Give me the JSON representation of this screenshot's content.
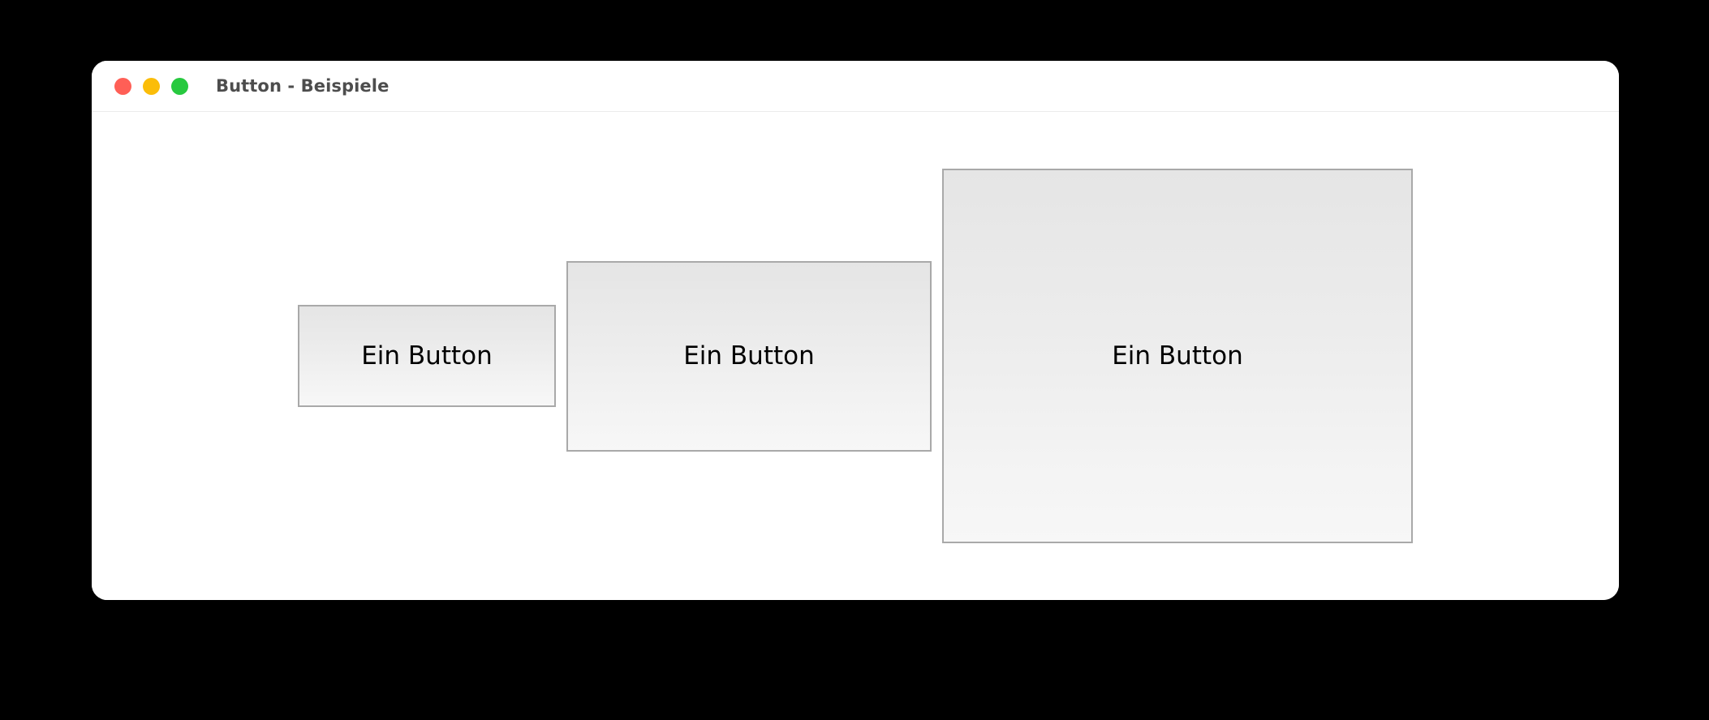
{
  "window": {
    "title": "Button - Beispiele",
    "traffic_lights": [
      {
        "name": "close",
        "color": "#ff5f56"
      },
      {
        "name": "minimize",
        "color": "#fbbd09"
      },
      {
        "name": "zoom",
        "color": "#27c93f"
      }
    ]
  },
  "content": {
    "buttons": [
      {
        "label": "Ein Button",
        "size": "small"
      },
      {
        "label": "Ein Button",
        "size": "medium"
      },
      {
        "label": "Ein Button",
        "size": "large"
      }
    ]
  },
  "colors": {
    "desktop_background": "#000000",
    "window_background": "#ffffff",
    "title_text": "#4d4d4d",
    "button_border": "#a9a9a9",
    "button_gradient_top": "#e5e5e5",
    "button_gradient_bottom": "#f7f7f7",
    "button_text": "#000000"
  }
}
